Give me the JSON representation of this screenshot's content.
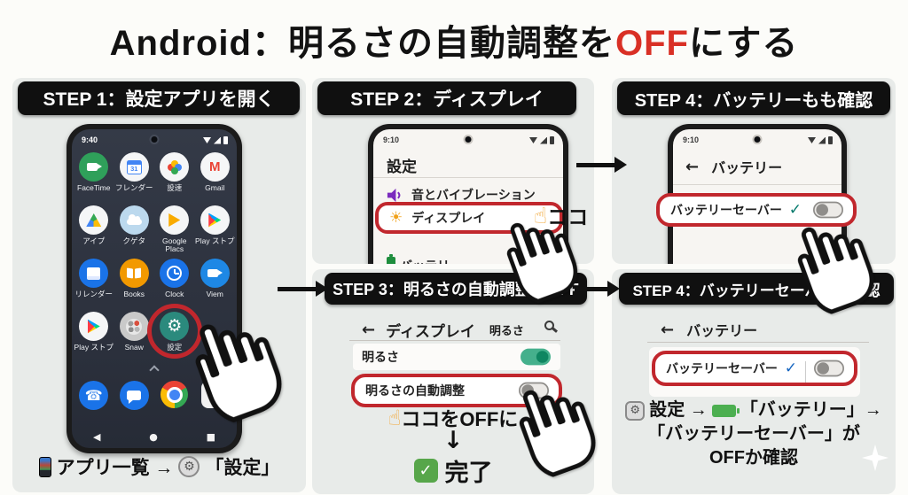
{
  "title": {
    "pre": "Android：明るさの自動調整を",
    "off": "OFF",
    "post": "にする"
  },
  "colors": {
    "annotation_red": "#c1272d",
    "off_red": "#d93025",
    "panel_gray": "#e8ebe9",
    "header_black": "#101010",
    "settings_teal": "#2b8a7d",
    "toggle_on_green": "#45b08c"
  },
  "step1": {
    "header": "STEP 1：設定アプリを開く",
    "phone": {
      "time": "9:40",
      "cal_day": "31",
      "apps": [
        "FaceTime",
        "フレンダー",
        "設速",
        "Gmail",
        "アイプ",
        "クゲタ",
        "Google Placs",
        "Play ストプ",
        "リレンダー",
        "Books",
        "Clock",
        "Viem",
        "Play ストプ",
        "Snaw",
        "設定"
      ]
    },
    "caption": {
      "part1": "アプリ一覧 →",
      "part2": "「設定」"
    }
  },
  "step2": {
    "header": "STEP 2：ディスプレイ",
    "phone": {
      "time": "9:10",
      "screen_title": "設定",
      "rows": [
        "音とバイブレーション",
        "ディスプレイ",
        "バッテリー"
      ]
    },
    "hint_finger": "☝",
    "hint": "ココ"
  },
  "step3": {
    "header": "STEP 3：明るさの自動調整をOFF",
    "back": "←",
    "nav_title": "ディスプレイ",
    "nav_sub": "明るさ",
    "row_brightness": "明るさ",
    "row_auto": "明るさの自動調整",
    "hint_finger": "☝",
    "hint": "ココをOFFに",
    "down_arrow": "↓",
    "done_check": "✓",
    "done": "完了"
  },
  "step4a": {
    "header": "STEP 4：バッテリーもも確認",
    "phone": {
      "time": "9:10"
    },
    "back": "←",
    "nav_title": "バッテリー",
    "row": "バッテリーセーバー",
    "check": "✓"
  },
  "step4b": {
    "header": "STEP 4：バッテリーセーバーも確認",
    "back": "←",
    "nav_title": "バッテリー",
    "row": "バッテリーセーバー",
    "check": "✓",
    "caption": {
      "line1a": "設定 →",
      "line1b": "「バッテリー」→",
      "line2": "「バッテリーセーバー」が",
      "line3": "OFFか確認"
    }
  },
  "nav_icons": {
    "back": "◀",
    "home": "●",
    "recent": "■"
  }
}
